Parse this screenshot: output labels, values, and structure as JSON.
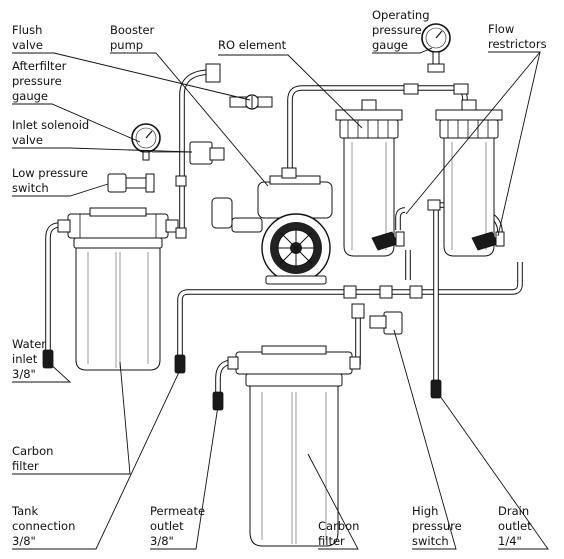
{
  "labels": {
    "flush_valve": [
      "Flush",
      "valve"
    ],
    "booster_pump": [
      "Booster",
      "pump"
    ],
    "ro_element": [
      "RO element"
    ],
    "operating_gauge": [
      "Operating",
      "pressure",
      "gauge"
    ],
    "flow_restrictors": [
      "Flow",
      "restrictors"
    ],
    "afterfilter_gauge": [
      "Afterfilter",
      "pressure",
      "gauge"
    ],
    "inlet_solenoid": [
      "Inlet solenoid",
      "valve"
    ],
    "low_pressure_switch": [
      "Low pressure",
      "switch"
    ],
    "water_inlet": [
      "Water",
      "inlet",
      "3/8\""
    ],
    "carbon_filter_left": [
      "Carbon",
      "filter"
    ],
    "tank_connection": [
      "Tank",
      "connection",
      "3/8\""
    ],
    "permeate_outlet": [
      "Permeate",
      "outlet",
      "3/8\""
    ],
    "carbon_filter_bottom": [
      "Carbon",
      "filter"
    ],
    "high_pressure_switch": [
      "High",
      "pressure",
      "switch"
    ],
    "drain_outlet": [
      "Drain",
      "outlet",
      "1/4\""
    ]
  }
}
